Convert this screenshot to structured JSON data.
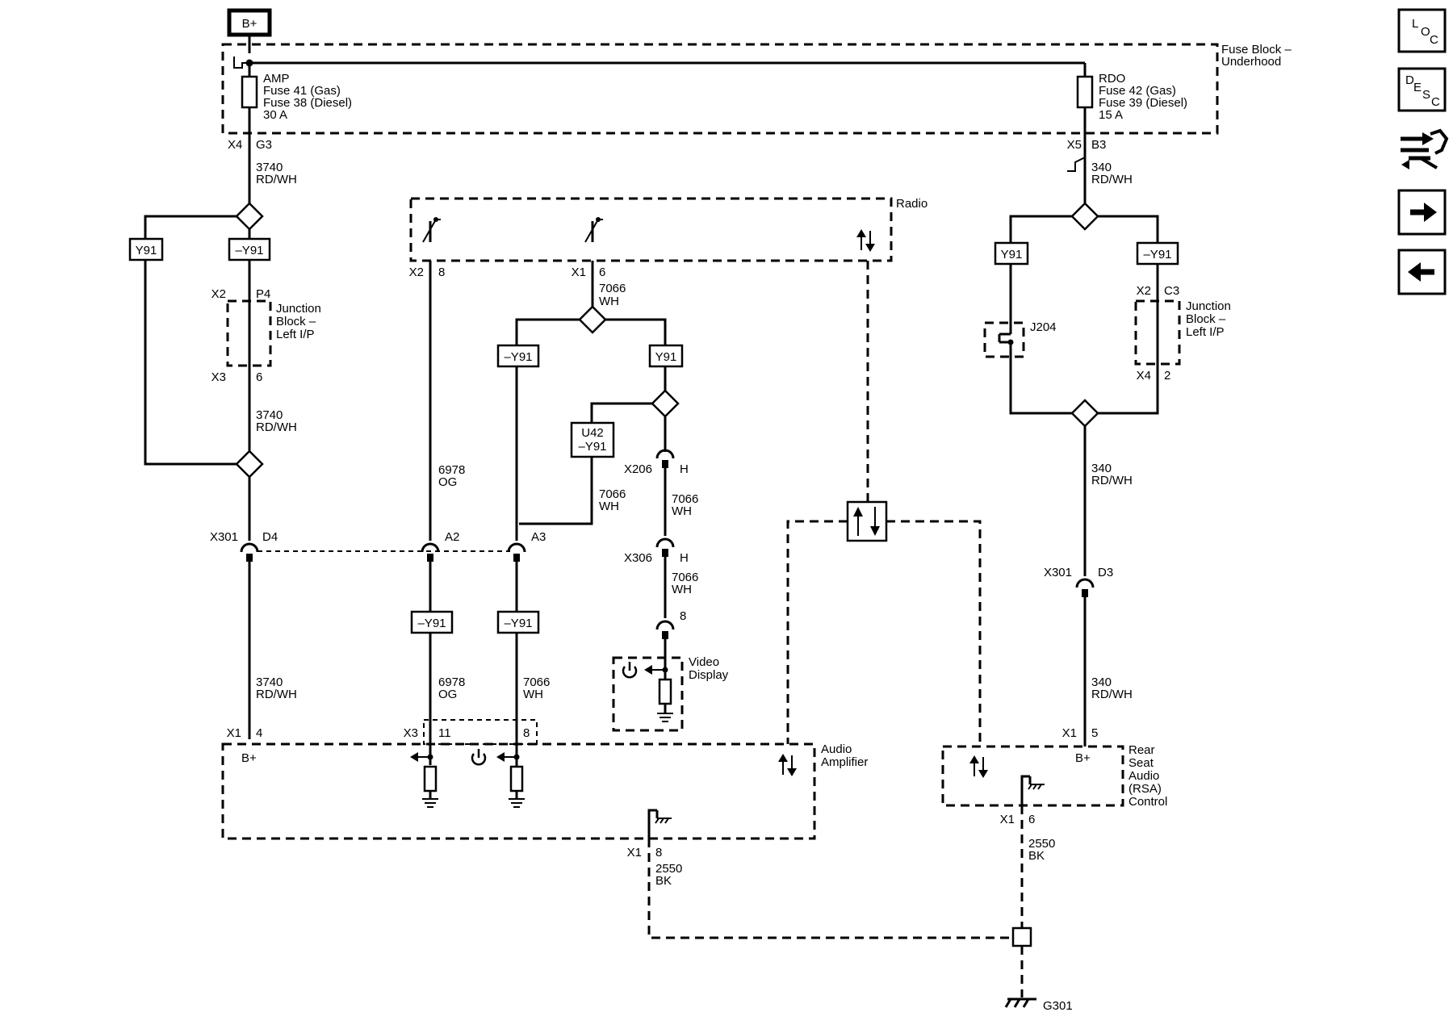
{
  "power": {
    "bplus": "B+"
  },
  "fuse_block": {
    "title_1": "Fuse Block –",
    "title_2": "Underhood",
    "amp": {
      "name": "AMP",
      "l1": "Fuse 41 (Gas)",
      "l2": "Fuse 38 (Diesel)",
      "rating": "30 A",
      "conn": "X4",
      "pin": "G3"
    },
    "rdo": {
      "name": "RDO",
      "l1": "Fuse 42 (Gas)",
      "l2": "Fuse 39 (Diesel)",
      "rating": "15 A",
      "conn": "X5",
      "pin": "B3"
    }
  },
  "options": {
    "y91": "Y91",
    "not_y91": "–Y91",
    "u42_1": "U42",
    "u42_2": "–Y91"
  },
  "left_circuit": {
    "wire_a_num": "3740",
    "wire_a_color": "RD/WH",
    "jb_conn_in": "X2",
    "jb_pin_in": "P4",
    "jb_1": "Junction",
    "jb_2": "Block –",
    "jb_3": "Left I/P",
    "jb_conn_out": "X3",
    "jb_pin_out": "6",
    "wire_b_num": "3740",
    "wire_b_color": "RD/WH",
    "x301": "X301",
    "x301_pin": "D4",
    "wire_c_num": "3740",
    "wire_c_color": "RD/WH",
    "amp_conn": "X1",
    "amp_pin": "4",
    "amp_bplus": "B+"
  },
  "radio": {
    "title": "Radio",
    "left_conn": "X2",
    "left_pin": "8",
    "right_conn": "X1",
    "right_pin": "6"
  },
  "signal_6978": {
    "num": "6978",
    "color": "OG",
    "x301_pin": "A2",
    "num2": "6978",
    "color2": "OG"
  },
  "circuit_7066": {
    "num1": "7066",
    "color1": "WH",
    "num_u42": "7066",
    "color_u42": "WH",
    "x301_pin": "A3",
    "num_amp": "7066",
    "color_amp": "WH",
    "x206": "X206",
    "x206_pin": "H",
    "num_mid": "7066",
    "color_mid": "WH",
    "x306": "X306",
    "x306_pin": "H",
    "num_low": "7066",
    "color_low": "WH",
    "vd_pin": "8"
  },
  "video_display": {
    "l1": "Video",
    "l2": "Display"
  },
  "amplifier": {
    "l1": "Audio",
    "l2": "Amplifier",
    "x3": "X3",
    "x3_pin1": "11",
    "x3_pin2": "8",
    "gnd_conn": "X1",
    "gnd_pin": "8",
    "gnd_num": "2550",
    "gnd_color": "BK"
  },
  "right_circuit": {
    "wire_a_num": "340",
    "wire_a_color": "RD/WH",
    "j204": "J204",
    "jb_conn_in": "X2",
    "jb_pin_in": "C3",
    "jb_1": "Junction",
    "jb_2": "Block –",
    "jb_3": "Left I/P",
    "jb_conn_out": "X4",
    "jb_pin_out": "2",
    "wire_b_num": "340",
    "wire_b_color": "RD/WH",
    "x301": "X301",
    "x301_pin": "D3",
    "wire_c_num": "340",
    "wire_c_color": "RD/WH",
    "rsa_conn": "X1",
    "rsa_pin": "5",
    "rsa_bplus": "B+"
  },
  "rsa": {
    "l1": "Rear",
    "l2": "Seat",
    "l3": "Audio",
    "l4": "(RSA)",
    "l5": "Control",
    "gnd_conn": "X1",
    "gnd_pin": "6",
    "gnd_num": "2550",
    "gnd_color": "BK"
  },
  "ground": {
    "name": "G301"
  },
  "nav": {
    "loc": {
      "a": "L",
      "b": "O",
      "c": "C"
    },
    "desc": {
      "a": "D",
      "b": "E",
      "c": "S",
      "d": "C"
    },
    "icons": [
      "location-icon",
      "description-icon",
      "connector-icon",
      "next-arrow-icon",
      "previous-arrow-icon"
    ]
  }
}
